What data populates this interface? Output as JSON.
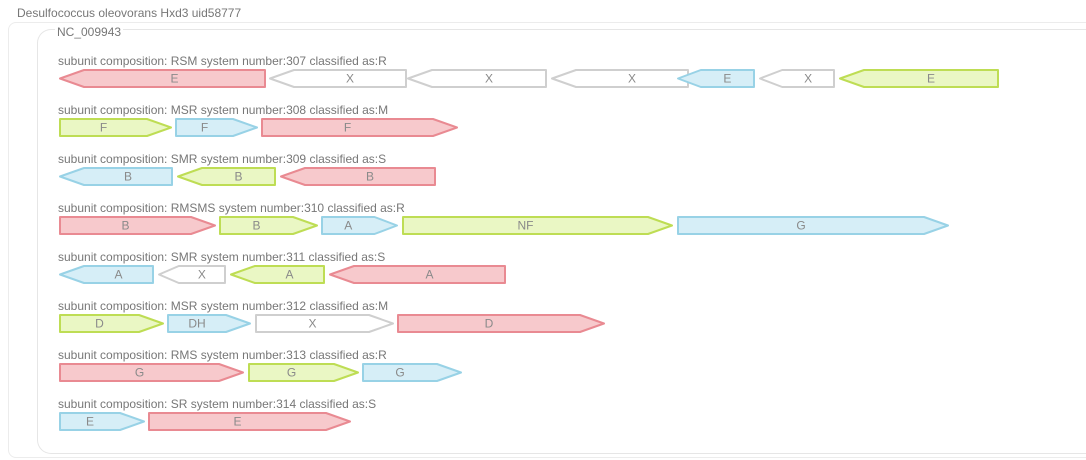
{
  "organism": "Desulfococcus oleovorans Hxd3 uid58777",
  "accession": "NC_009943",
  "colors": {
    "R": {
      "fill": "#f7c9cc",
      "stroke": "#e98a92"
    },
    "M": {
      "fill": "#eaf7c4",
      "stroke": "#bedd54"
    },
    "S": {
      "fill": "#d6eef7",
      "stroke": "#98d2e6"
    },
    "X": {
      "fill": "#ffffff",
      "stroke": "#cfcfcf"
    }
  },
  "systems": [
    {
      "label": "subunit composition: RSM system number:307 classified as:R",
      "genes": [
        {
          "label": "E",
          "type": "R",
          "dir": "rev"
        },
        {
          "label": "X",
          "type": "X",
          "dir": "rev"
        },
        {
          "label": "X",
          "type": "X",
          "dir": "rev"
        },
        {
          "label": "X",
          "type": "X",
          "dir": "rev"
        },
        {
          "label": "E",
          "type": "S",
          "dir": "rev"
        },
        {
          "label": "X",
          "type": "X",
          "dir": "rev"
        },
        {
          "label": "E",
          "type": "M",
          "dir": "rev"
        }
      ]
    },
    {
      "label": "subunit composition: MSR system number:308 classified as:M",
      "genes": [
        {
          "label": "F",
          "type": "M",
          "dir": "fwd"
        },
        {
          "label": "F",
          "type": "S",
          "dir": "fwd"
        },
        {
          "label": "F",
          "type": "R",
          "dir": "fwd"
        }
      ]
    },
    {
      "label": "subunit composition: SMR system number:309 classified as:S",
      "genes": [
        {
          "label": "B",
          "type": "S",
          "dir": "rev"
        },
        {
          "label": "B",
          "type": "M",
          "dir": "rev"
        },
        {
          "label": "B",
          "type": "R",
          "dir": "rev"
        }
      ]
    },
    {
      "label": "subunit composition: RMSMS system number:310 classified as:R",
      "genes": [
        {
          "label": "B",
          "type": "R",
          "dir": "fwd"
        },
        {
          "label": "B",
          "type": "M",
          "dir": "fwd"
        },
        {
          "label": "A",
          "type": "S",
          "dir": "fwd"
        },
        {
          "label": "NF",
          "type": "M",
          "dir": "fwd"
        },
        {
          "label": "G",
          "type": "S",
          "dir": "fwd"
        }
      ]
    },
    {
      "label": "subunit composition: SMR system number:311 classified as:S",
      "genes": [
        {
          "label": "A",
          "type": "S",
          "dir": "rev"
        },
        {
          "label": "X",
          "type": "X",
          "dir": "rev"
        },
        {
          "label": "A",
          "type": "M",
          "dir": "rev"
        },
        {
          "label": "A",
          "type": "R",
          "dir": "rev"
        }
      ]
    },
    {
      "label": "subunit composition: MSR system number:312 classified as:M",
      "genes": [
        {
          "label": "D",
          "type": "M",
          "dir": "fwd"
        },
        {
          "label": "DH",
          "type": "S",
          "dir": "fwd"
        },
        {
          "label": "X",
          "type": "X",
          "dir": "fwd"
        },
        {
          "label": "D",
          "type": "R",
          "dir": "fwd"
        }
      ]
    },
    {
      "label": "subunit composition: RMS system number:313 classified as:R",
      "genes": [
        {
          "label": "G",
          "type": "R",
          "dir": "fwd"
        },
        {
          "label": "G",
          "type": "M",
          "dir": "fwd"
        },
        {
          "label": "G",
          "type": "S",
          "dir": "fwd"
        }
      ]
    },
    {
      "label": "subunit composition: SR system number:314 classified as:S",
      "genes": [
        {
          "label": "E",
          "type": "S",
          "dir": "fwd"
        },
        {
          "label": "E",
          "type": "R",
          "dir": "fwd"
        }
      ]
    }
  ]
}
